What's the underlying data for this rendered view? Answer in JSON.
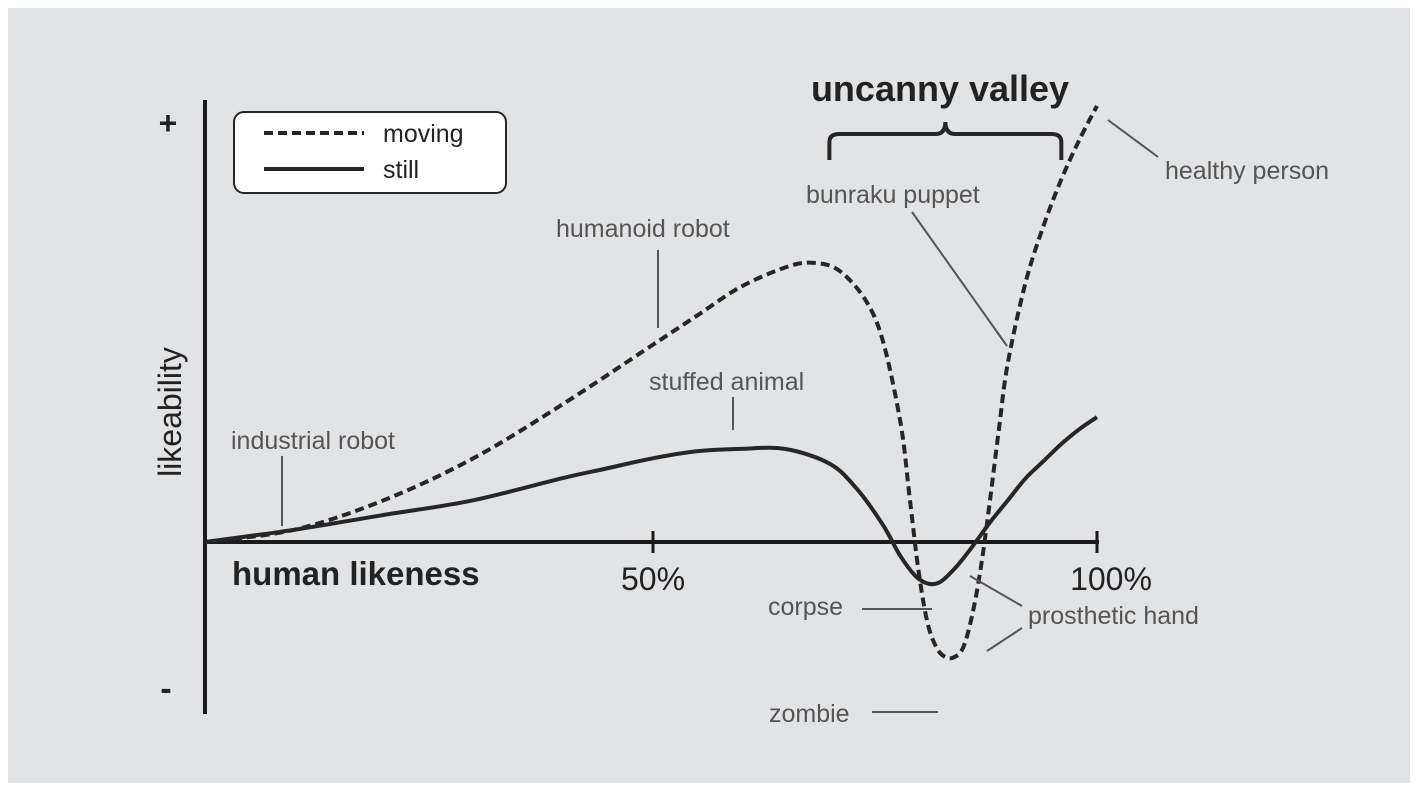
{
  "chart_data": {
    "type": "line",
    "title": "uncanny valley",
    "xlabel": "human likeness",
    "ylabel": "likeability",
    "x_ticks": [
      "50%",
      "100%"
    ],
    "xlim": [
      0,
      100
    ],
    "y_ticks": [
      "+",
      "-"
    ],
    "legend": {
      "placement": "top-left",
      "entries": [
        "moving",
        "still"
      ]
    },
    "series": [
      {
        "name": "moving",
        "style": "dashed",
        "x": [
          0,
          10,
          20,
          30,
          40,
          50,
          55,
          60,
          65,
          68,
          71,
          74,
          76,
          78,
          79,
          80,
          81,
          82,
          83,
          84,
          85,
          86,
          87,
          88,
          89,
          90,
          92,
          94,
          96,
          98,
          100
        ],
        "y": [
          0,
          0.05,
          0.17,
          0.34,
          0.56,
          0.8,
          0.92,
          1.04,
          1.12,
          1.14,
          1.11,
          0.99,
          0.82,
          0.48,
          0.18,
          -0.12,
          -0.33,
          -0.43,
          -0.47,
          -0.47,
          -0.43,
          -0.3,
          -0.1,
          0.17,
          0.46,
          0.73,
          1.06,
          1.29,
          1.48,
          1.64,
          1.78
        ]
      },
      {
        "name": "still",
        "style": "solid",
        "x": [
          0,
          10,
          20,
          30,
          40,
          45,
          50,
          55,
          60,
          65,
          70,
          73,
          76,
          78,
          80,
          82,
          84,
          86,
          88,
          90,
          92,
          94,
          96,
          98,
          100
        ],
        "y": [
          0,
          0.05,
          0.11,
          0.17,
          0.26,
          0.3,
          0.34,
          0.37,
          0.38,
          0.38,
          0.32,
          0.22,
          0.07,
          -0.06,
          -0.15,
          -0.17,
          -0.11,
          -0.02,
          0.08,
          0.17,
          0.26,
          0.33,
          0.4,
          0.46,
          0.51
        ]
      }
    ],
    "annotations": [
      {
        "text": "industrial robot",
        "x": 9,
        "y": 0.05
      },
      {
        "text": "humanoid robot",
        "x": 51,
        "y": 0.83
      },
      {
        "text": "stuffed animal",
        "x": 59,
        "y": 0.38
      },
      {
        "text": "bunraku puppet",
        "x": 90,
        "y": 0.73
      },
      {
        "text": "healthy person",
        "x": 100,
        "y": 1.78
      },
      {
        "text": "corpse",
        "x": 81,
        "y": -0.17
      },
      {
        "text": "zombie",
        "x": 83,
        "y": -0.47
      },
      {
        "text": "prosthetic hand",
        "x": 87,
        "y": -0.1
      }
    ],
    "uncanny_valley_range": [
      70,
      96
    ],
    "colors": {
      "background": "#e2e3e5",
      "line": "#262626",
      "axis": "#1a1a1a",
      "label": "#555555"
    }
  }
}
